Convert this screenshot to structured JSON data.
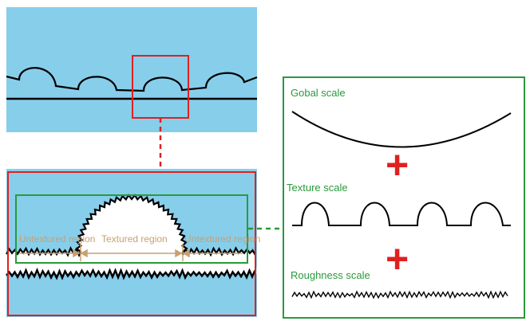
{
  "colors": {
    "sky": "#87ceeb",
    "frame_red": "#e02020",
    "frame_green": "#2a9a3a",
    "label_tan": "#c8a070",
    "line": "#000000"
  },
  "labels": {
    "untextured_left": "Untextured region",
    "textured": "Textured region",
    "untextured_right": "Untextured region",
    "global_scale": "Gobal scale",
    "texture_scale": "Texture scale",
    "roughness_scale": "Roughness scale"
  },
  "plus_sign": "+"
}
